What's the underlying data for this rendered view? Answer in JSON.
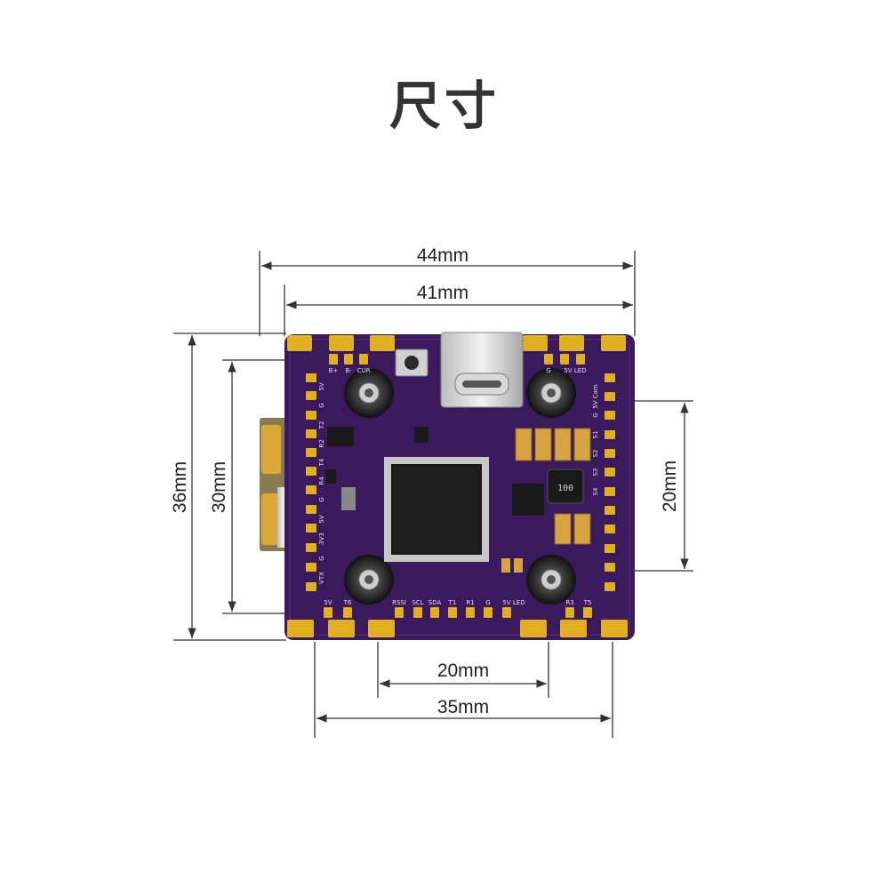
{
  "title": "尺寸",
  "dimensions": {
    "width_44": "44mm",
    "width_41": "41mm",
    "height_36": "36mm",
    "height_30": "30mm",
    "height_20": "20mm",
    "bottom_20": "20mm",
    "bottom_35": "35mm"
  },
  "board": {
    "pcb_color": "#3a1a5c",
    "pad_color": "#e0b020",
    "chip_marking": "100",
    "bottom_pins": [
      "5V",
      "T6",
      "RSSI",
      "SCL",
      "SDA",
      "T1",
      "R1",
      "G",
      "5V LED"
    ],
    "bottom_right_pins": [
      "R3",
      "T5"
    ],
    "top_left_pins": [
      "B+",
      "B-",
      "CUR"
    ],
    "top_right_pins": [
      "G",
      "5V LED"
    ],
    "right_pins": [
      "5V Cam",
      "G",
      "S1",
      "S2",
      "S3",
      "S4"
    ],
    "left_pins": [
      "5V",
      "G",
      "T2",
      "R2",
      "T4",
      "R4",
      "G",
      "5V",
      "3V3",
      "G",
      "VTX"
    ]
  }
}
